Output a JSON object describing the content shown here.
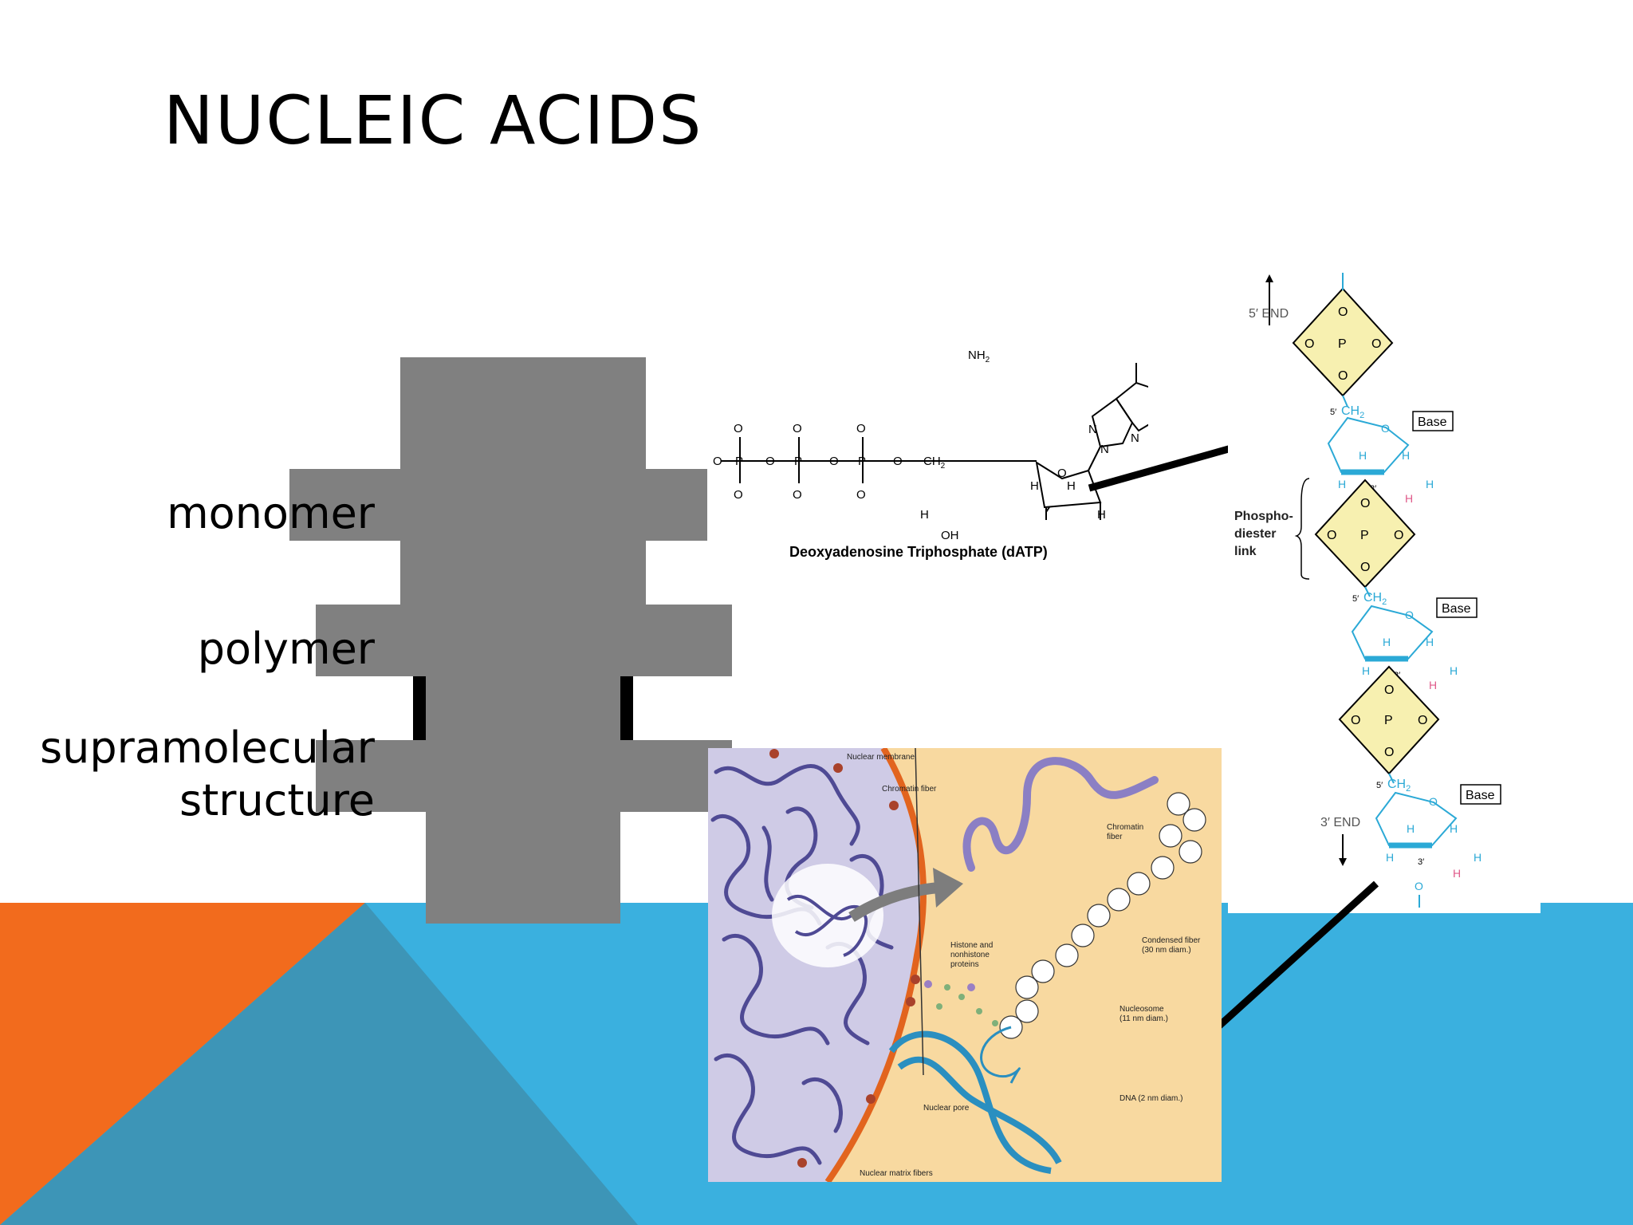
{
  "slide": {
    "title": "NUCLEIC ACIDS",
    "labels": {
      "monomer": "monomer",
      "polymer": "polymer",
      "supramolecular_line1": "supramolecular",
      "supramolecular_line2": "structure"
    },
    "colors": {
      "orange": "#f26b1d",
      "blue": "#3ab0df",
      "dark_blue": "#3d95b7",
      "gray_blocks": "#808080",
      "nucleotide_cyan": "#2ba9d6",
      "phosphate_fill": "#f7f0b0",
      "chromatin_bg": "#f8d9a0",
      "chromatin_purple": "#6e6aa8"
    }
  },
  "datp": {
    "caption": "Deoxyadenosine Triphosphate (dATP)",
    "nh2": "NH",
    "nh2_sub": "2",
    "ch2": "CH",
    "ch2_sub": "2",
    "oh": "OH",
    "o": "O",
    "n": "N",
    "p": "P",
    "h": "H"
  },
  "chain": {
    "five_end": "5′ END",
    "three_end": "3′ END",
    "phospho_1": "Phospho-",
    "phospho_2": "diester",
    "phospho_3": "link",
    "base": "Base",
    "ch2": "CH",
    "ch2_sub": "2",
    "five_prime": "5′",
    "three_prime": "3′",
    "o": "O",
    "p": "P",
    "h": "H"
  },
  "chromatin": {
    "nuclear_membrane": "Nuclear membrane",
    "chromatin_fiber": "Chromatin fiber",
    "chromatin_fiber_2a": "Chromatin",
    "chromatin_fiber_2b": "fiber",
    "condensed_fiber_a": "Condensed fiber",
    "condensed_fiber_b": "(30 nm diam.)",
    "histone_a": "Histone and",
    "histone_b": "nonhistone",
    "histone_c": "proteins",
    "nucleosome_a": "Nucleosome",
    "nucleosome_b": "(11 nm diam.)",
    "dna": "DNA (2 nm diam.)",
    "nuclear_pore": "Nuclear pore",
    "nuclear_matrix": "Nuclear matrix fibers"
  }
}
